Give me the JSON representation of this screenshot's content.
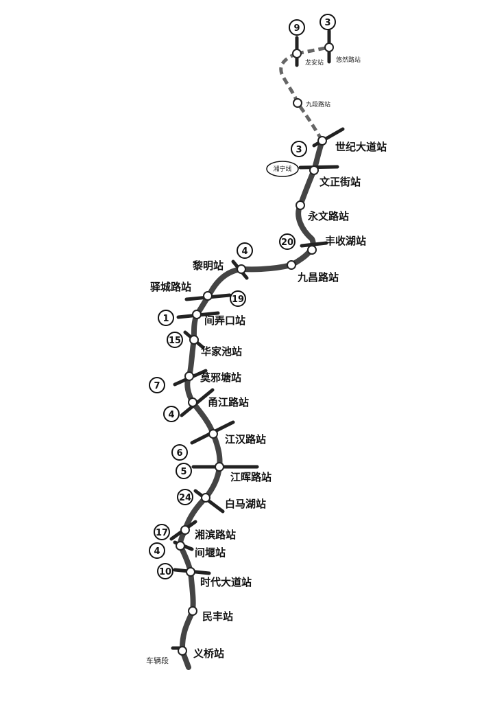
{
  "map": {
    "stations": [
      {
        "id": "s1",
        "name": "龙安站",
        "small": true
      },
      {
        "id": "s2",
        "name": "悠然路站",
        "small": true
      },
      {
        "id": "s3",
        "name": "九段路站",
        "small": true
      },
      {
        "id": "s4",
        "name": "世纪大道站"
      },
      {
        "id": "s5",
        "name": "文正街站"
      },
      {
        "id": "s6",
        "name": "永文路站"
      },
      {
        "id": "s7",
        "name": "丰收湖站"
      },
      {
        "id": "s8",
        "name": "九昌路站"
      },
      {
        "id": "s9",
        "name": "黎明站"
      },
      {
        "id": "s10",
        "name": "驿城路站"
      },
      {
        "id": "s11",
        "name": "间弄口站"
      },
      {
        "id": "s12",
        "name": "华家池站"
      },
      {
        "id": "s13",
        "name": "莫邪塘站"
      },
      {
        "id": "s14",
        "name": "甬江路站"
      },
      {
        "id": "s15",
        "name": "江汉路站"
      },
      {
        "id": "s16",
        "name": "江晖路站"
      },
      {
        "id": "s17",
        "name": "白马湖站"
      },
      {
        "id": "s18",
        "name": "湘滨路站"
      },
      {
        "id": "s19",
        "name": "间堰站"
      },
      {
        "id": "s20",
        "name": "时代大道站"
      },
      {
        "id": "s21",
        "name": "民丰站"
      },
      {
        "id": "s22",
        "name": "义桥站"
      }
    ],
    "transfer_lines": [
      "9",
      "3",
      "3",
      "20",
      "4",
      "19",
      "1",
      "15",
      "7",
      "4",
      "6",
      "5",
      "24",
      "17",
      "4",
      "10"
    ],
    "special_labels": {
      "branch": "湘宁线",
      "depot": "车辆段"
    }
  }
}
